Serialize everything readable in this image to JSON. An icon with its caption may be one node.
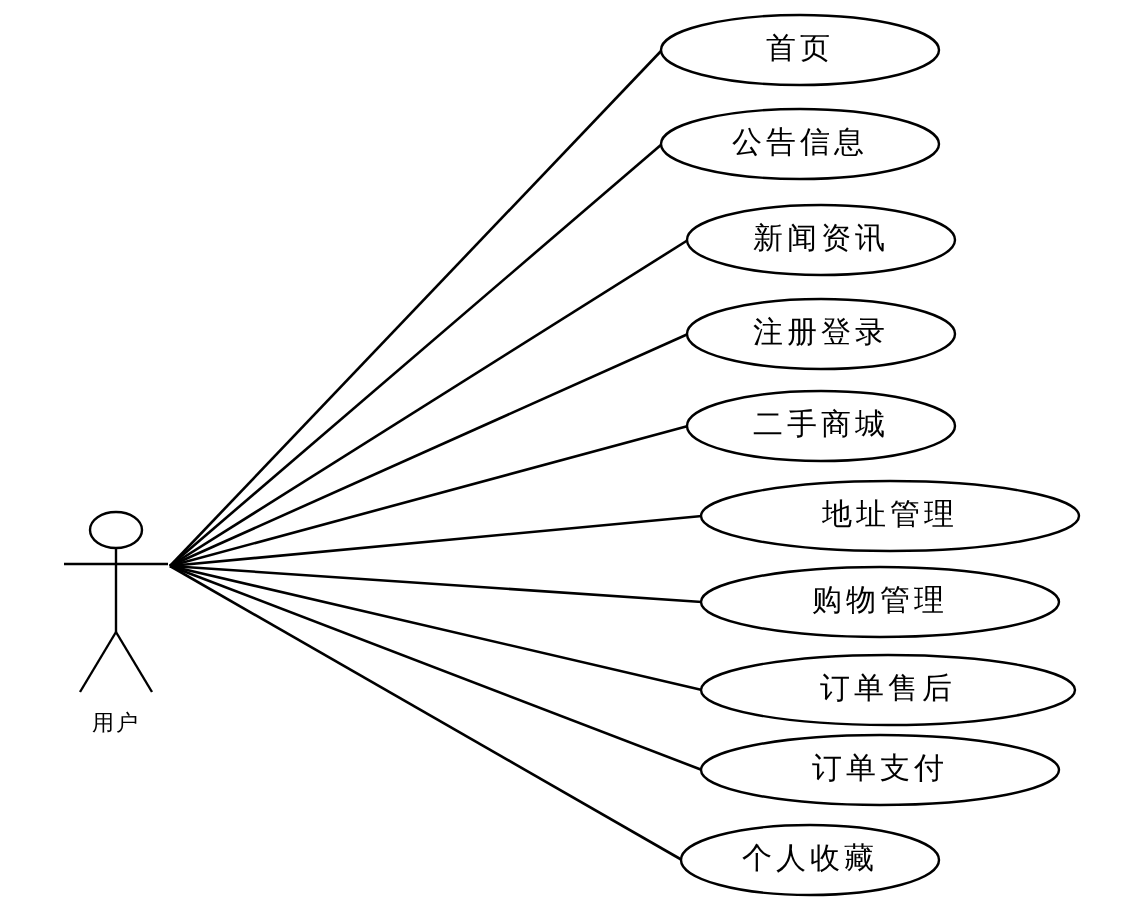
{
  "diagram": {
    "nodes": [
      {
        "text": [
          "用户"
        ]
      },
      {
        "text": [
          "首页"
        ]
      },
      {
        "text": [
          "公告信息"
        ]
      },
      {
        "text": [
          "新闻资讯"
        ]
      },
      {
        "text": [
          "注册登录"
        ]
      },
      {
        "text": [
          "二手商城"
        ]
      },
      {
        "text": [
          "地址管理"
        ]
      },
      {
        "text": [
          "购物管理"
        ]
      },
      {
        "text": [
          "订单售后"
        ]
      },
      {
        "text": [
          "订单支付"
        ]
      },
      {
        "text": [
          "个人收藏"
        ]
      }
    ],
    "edges": [
      {
        "from": 0,
        "to": 1,
        "arrow": "none"
      },
      {
        "from": 0,
        "to": 2,
        "arrow": "none"
      },
      {
        "from": 0,
        "to": 3,
        "arrow": "none"
      },
      {
        "from": 0,
        "to": 4,
        "arrow": "none"
      },
      {
        "from": 0,
        "to": 5,
        "arrow": "none"
      },
      {
        "from": 0,
        "to": 6,
        "arrow": "none"
      },
      {
        "from": 0,
        "to": 7,
        "arrow": "none"
      },
      {
        "from": 0,
        "to": 8,
        "arrow": "none"
      },
      {
        "from": 0,
        "to": 9,
        "arrow": "none"
      },
      {
        "from": 0,
        "to": 10,
        "arrow": "none"
      }
    ]
  }
}
